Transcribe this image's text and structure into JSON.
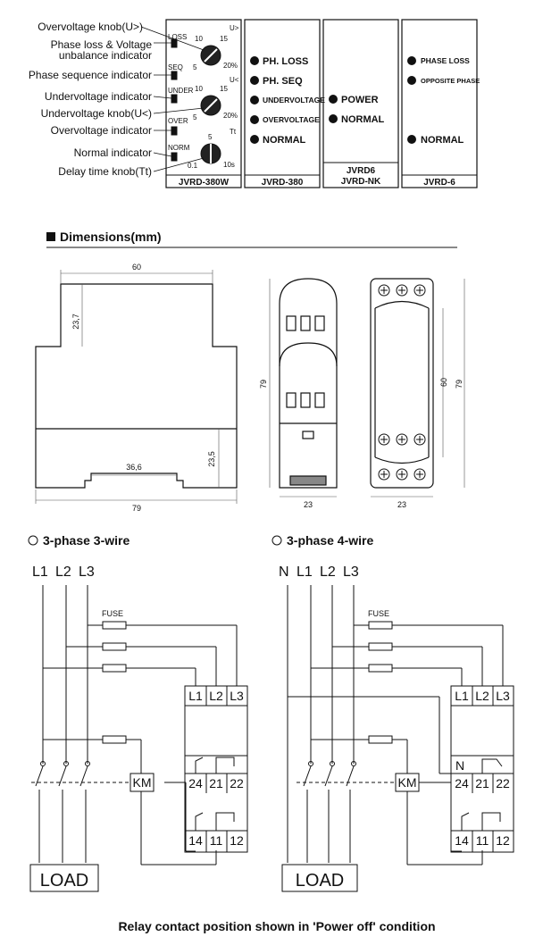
{
  "relay_front": {
    "annotations": [
      "Overvoltage knob(U>)",
      "Phase loss & Voltage",
      "unbalance indicator",
      "Phase sequence indicator",
      "Undervoltage indicator",
      "Undervoltage knob(U<)",
      "Overvoltage indicator",
      "Normal indicator",
      "Delay time knob(Tt)"
    ],
    "indicator_tags": [
      "LOSS",
      "SEQ",
      "UNDER",
      "OVER",
      "NORM"
    ],
    "knob_symbols": [
      "U>",
      "U<",
      "Tt"
    ],
    "knob1_scale": [
      "5",
      "10",
      "15",
      "20%"
    ],
    "knob2_scale": [
      "5",
      "10",
      "15",
      "20%"
    ],
    "knob3_scale": [
      "0.1",
      "5",
      "10s"
    ],
    "model": "JVRD-380W"
  },
  "models": [
    {
      "name": "JVRD-380",
      "leds": [
        "PH. LOSS",
        "PH. SEQ",
        "UNDERVOLTAGE",
        "OVERVOLTAGE",
        "NORMAL"
      ]
    },
    {
      "name_line1": "JVRD6",
      "name_line2": "JVRD-NK",
      "leds": [
        "POWER",
        "NORMAL"
      ]
    },
    {
      "name": "JVRD-6",
      "leds": [
        "PHASE LOSS",
        "OPPOSITE PHASE",
        "NORMAL"
      ]
    }
  ],
  "dimensions": {
    "heading": "Dimensions(mm)",
    "front": {
      "top_width": "60",
      "top_height": "23,7",
      "base_height": "23,5",
      "rail": "36,6",
      "total_width": "79"
    },
    "side": {
      "height": "79",
      "width": "23"
    },
    "back": {
      "inner_height": "60",
      "height": "79",
      "width": "23"
    }
  },
  "wiring": {
    "left": {
      "title": "3-phase 3-wire",
      "lines": [
        "L1",
        "L2",
        "L3"
      ]
    },
    "right": {
      "title": "3-phase 4-wire",
      "lines": [
        "N",
        "L1",
        "L2",
        "L3"
      ]
    },
    "fuse": "FUSE",
    "km": "KM",
    "load": "LOAD",
    "neutral": "N",
    "terminals": {
      "top": [
        "L1",
        "L2",
        "L3"
      ],
      "mid": [
        "24",
        "21",
        "22"
      ],
      "bot": [
        "14",
        "11",
        "12"
      ]
    }
  },
  "footer": "Relay contact position shown in 'Power off'  condition"
}
